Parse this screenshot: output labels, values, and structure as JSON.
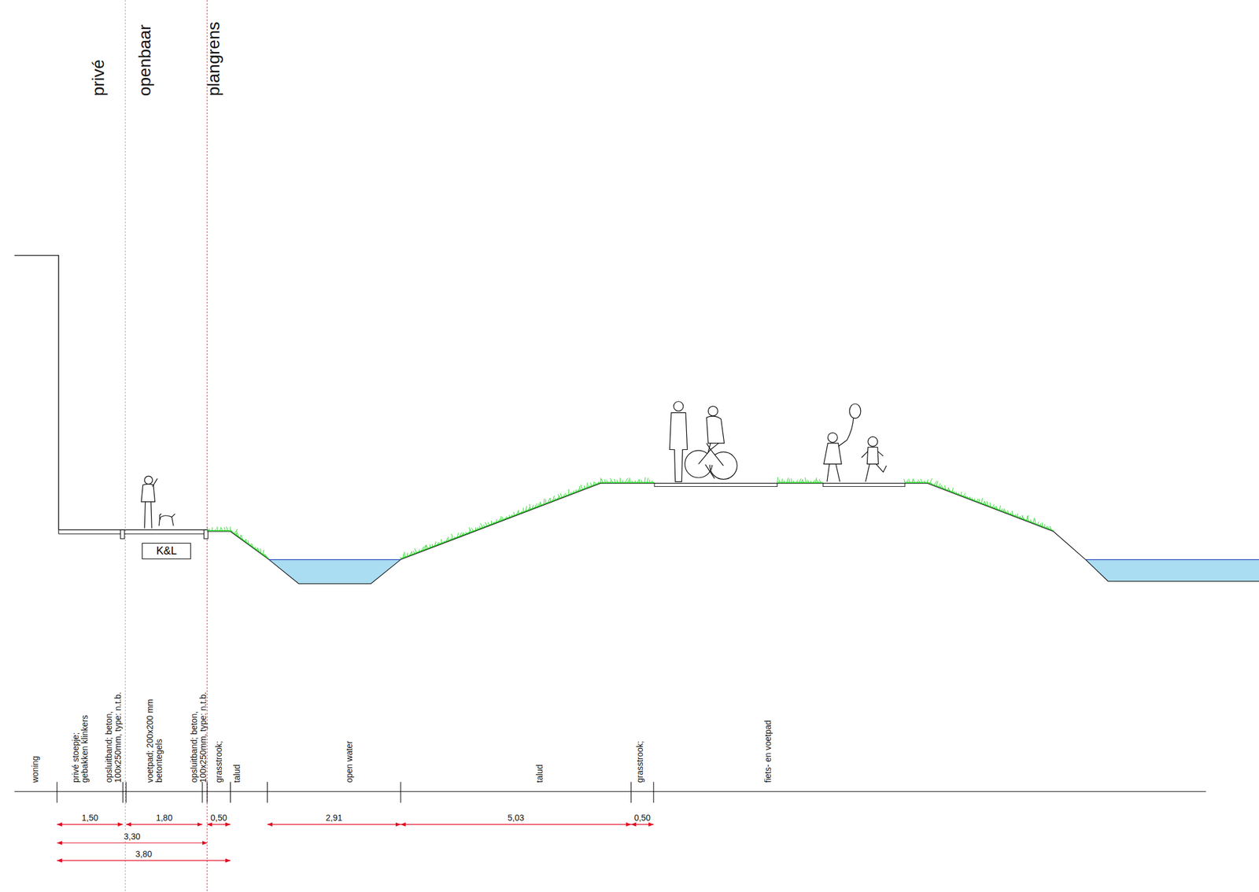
{
  "diagram": {
    "nodes": [
      {
        "text": [
          "K&L"
        ]
      }
    ],
    "labels": [
      "privé",
      "openbaar",
      "plangrens",
      "woning",
      "privé stoepje; gebakken klinkers",
      "opsluitband; beton, 100x250mm, type: n.t.b.",
      "voetpad; 200x200 mm betontegels",
      "opsluitband; beton, 100x250mm, type: n.t.b.",
      "grasstrook;",
      "talud",
      "open water",
      "talud",
      "grasstrook;",
      "fiets- en voetpad",
      "1,50",
      "1,80",
      "0,50",
      "2,91",
      "5,03",
      "0,50",
      "3,30",
      "3,80"
    ]
  }
}
